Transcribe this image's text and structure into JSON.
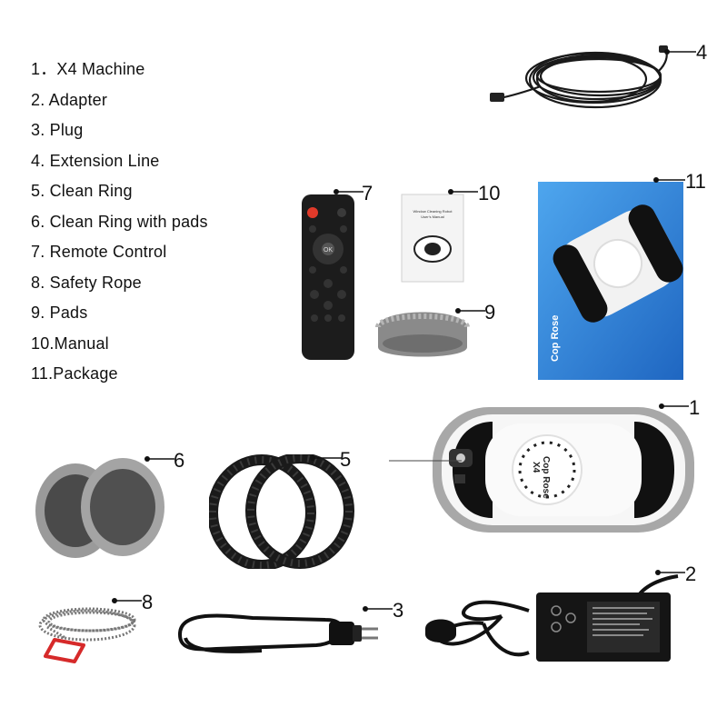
{
  "parts_list": [
    "1．X4 Machine",
    "2. Adapter",
    "3.  Plug",
    "4.  Extension Line",
    "5.  Clean Ring",
    "6.  Clean Ring with pads",
    "7.  Remote Control",
    "8.  Safety Rope",
    "9.  Pads",
    "10.Manual",
    "11.Package"
  ],
  "callouts": {
    "machine": "1",
    "adapter": "2",
    "plug": "3",
    "extension_line": "4",
    "clean_ring": "5",
    "clean_ring_pads": "6",
    "remote": "7",
    "rope": "8",
    "pads": "9",
    "manual": "10",
    "package": "11"
  },
  "product_text": {
    "brand": "Cop Rose",
    "model": "X4",
    "manual_line_1": "Window Cleaning Robot",
    "manual_line_2": "User's Manual",
    "remote_button": "OK"
  },
  "colors": {
    "package_blue": "#2f7fd6",
    "remote_red": "#e03a2a",
    "carabiner_red": "#d62a2a"
  }
}
